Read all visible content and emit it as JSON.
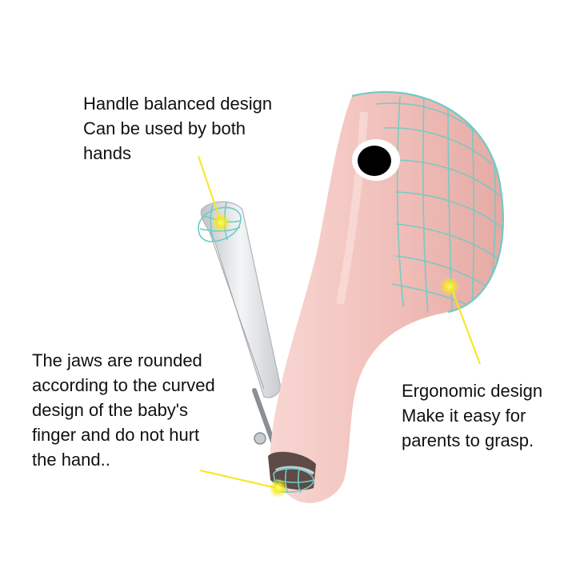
{
  "captions": {
    "handle": {
      "lines": [
        "Handle balanced design",
        "Can be used by both",
        "hands"
      ]
    },
    "jaws": {
      "lines": [
        "The jaws are rounded",
        "according to the curved",
        "design of the baby's",
        "finger and do not hurt",
        "the hand.."
      ]
    },
    "ergonomic": {
      "lines": [
        "Ergonomic design",
        "Make it easy for",
        "parents to grasp."
      ]
    }
  },
  "colors": {
    "body_pink": "#f2c2bd",
    "grid_teal": "#6ecbc6",
    "callout_yellow": "#f3e81c",
    "lever_silver": "#d9dcdf",
    "eye_black": "#000000"
  }
}
